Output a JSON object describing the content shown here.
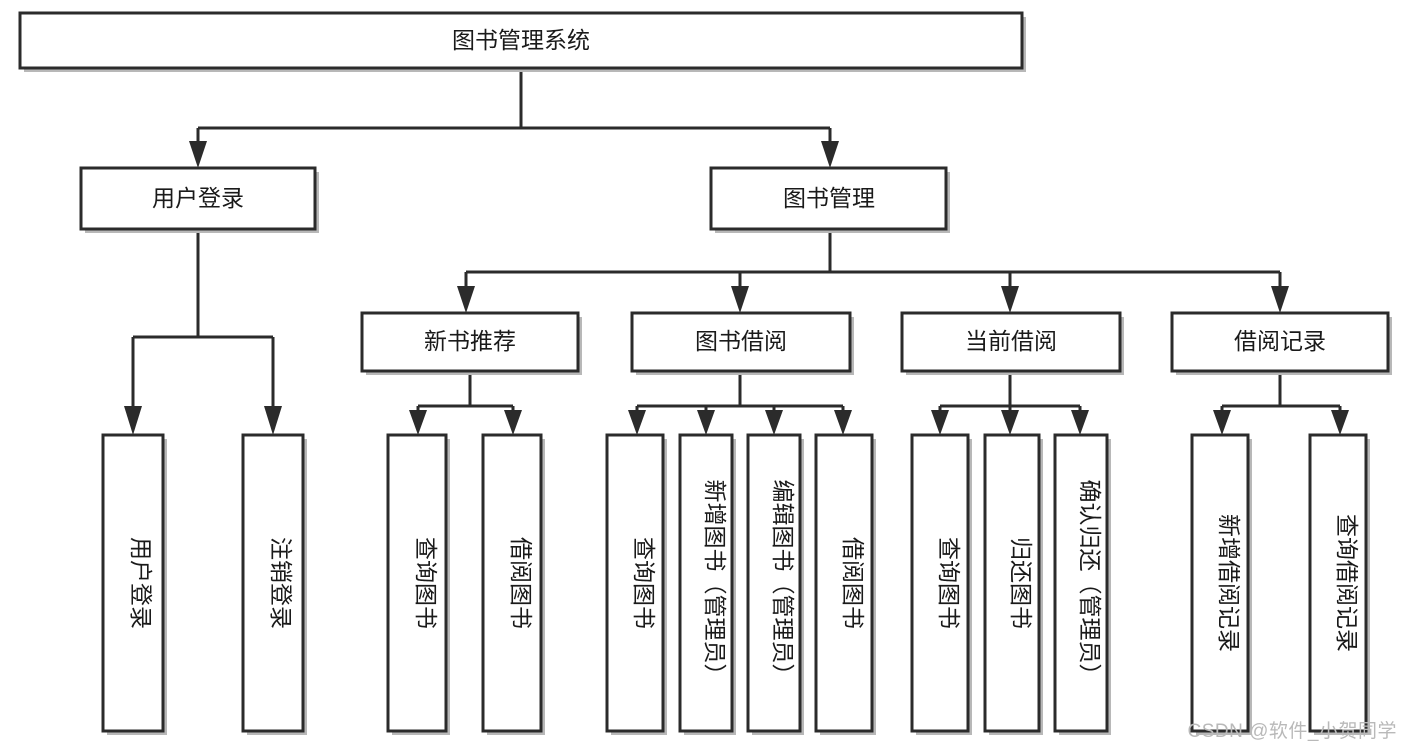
{
  "diagram": {
    "title": "图书管理系统",
    "type": "tree-hierarchy-chart",
    "root": {
      "id": "root",
      "label": "图书管理系统",
      "orientation": "horizontal"
    },
    "level2": [
      {
        "id": "user-login",
        "label": "用户登录",
        "orientation": "horizontal"
      },
      {
        "id": "book-manage",
        "label": "图书管理",
        "orientation": "horizontal"
      }
    ],
    "level3": [
      {
        "id": "new-book-rec",
        "label": "新书推荐",
        "orientation": "horizontal"
      },
      {
        "id": "book-borrow",
        "label": "图书借阅",
        "orientation": "horizontal"
      },
      {
        "id": "current-borrow",
        "label": "当前借阅",
        "orientation": "horizontal"
      },
      {
        "id": "borrow-record",
        "label": "借阅记录",
        "orientation": "horizontal"
      }
    ],
    "leaves": {
      "user_login": [
        {
          "id": "leaf-user-login",
          "label": "用户登录",
          "orientation": "vertical"
        },
        {
          "id": "leaf-logout",
          "label": "注销登录",
          "orientation": "vertical"
        }
      ],
      "new_book_rec": [
        {
          "id": "leaf-query-book-1",
          "label": "查询图书",
          "orientation": "vertical"
        },
        {
          "id": "leaf-borrow-book-1",
          "label": "借阅图书",
          "orientation": "vertical"
        }
      ],
      "book_borrow": [
        {
          "id": "leaf-query-book-2",
          "label": "查询图书",
          "orientation": "vertical"
        },
        {
          "id": "leaf-add-book",
          "label": "新增图书（管理员）",
          "orientation": "vertical"
        },
        {
          "id": "leaf-edit-book",
          "label": "编辑图书（管理员）",
          "orientation": "vertical"
        },
        {
          "id": "leaf-borrow-book-2",
          "label": "借阅图书",
          "orientation": "vertical"
        }
      ],
      "current_borrow": [
        {
          "id": "leaf-query-book-3",
          "label": "查询图书",
          "orientation": "vertical"
        },
        {
          "id": "leaf-return-book",
          "label": "归还图书",
          "orientation": "vertical"
        },
        {
          "id": "leaf-confirm-return",
          "label": "确认归还（管理员）",
          "orientation": "vertical"
        }
      ],
      "borrow_record": [
        {
          "id": "leaf-add-record",
          "label": "新增借阅记录",
          "orientation": "vertical"
        },
        {
          "id": "leaf-query-record",
          "label": "查询借阅记录",
          "orientation": "vertical"
        }
      ]
    },
    "colors": {
      "stroke": "#2b2b2b",
      "fill": "#ffffff",
      "text": "#1a1a1a",
      "shadow": "#b8b8b8",
      "watermark": "#b9b9b9",
      "background": "#ffffff"
    }
  },
  "watermark": {
    "text": "CSDN @软件_小贺同学"
  }
}
